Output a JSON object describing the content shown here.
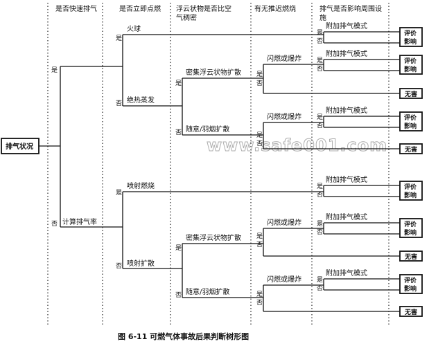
{
  "headers": [
    "是否快速排气",
    "是否立即点燃",
    "浮云状物是否比空",
    "气稠密",
    "有无推迟燃烧",
    "排气是否影响周围设",
    "施"
  ],
  "root": "排气状况",
  "yes": "是",
  "no": "否",
  "nodes": {
    "fireball": "火球",
    "adiabatic": "绝热蒸发",
    "dense": "密集浮云状物扩散",
    "random": "随意/羽烟扩散",
    "flash": "闪燃或爆炸",
    "extra": "附加排气模式",
    "rate": "计算排气率",
    "jetfire": "喷射燃烧",
    "jetdisp": "喷射扩散"
  },
  "outcomes": {
    "assess1": "评价",
    "assess2": "影响",
    "harmless": "无害"
  },
  "watermark": "www.safe001.com",
  "caption": "图 6-11    可燃气体事故后果判断树形图"
}
